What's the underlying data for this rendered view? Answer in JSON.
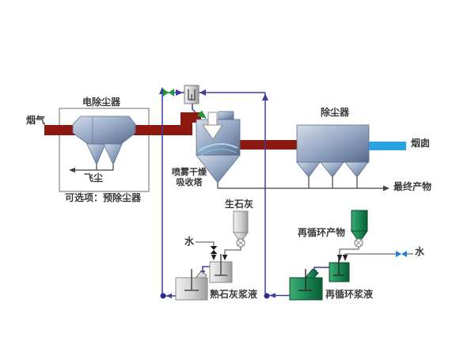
{
  "diagram": {
    "labels": {
      "flue_gas": "烟气",
      "esp": "电除尘器",
      "fly_ash": "飞尘",
      "optional_precollector": "可选项：预除尘器",
      "spray_absorber_line1": "喷雾干燥",
      "spray_absorber_line2": "吸收塔",
      "dust_collector": "除尘器",
      "stack": "烟囱",
      "final_product": "最终产物",
      "quicklime": "生石灰",
      "water_left": "水",
      "slaked_lime_slurry": "熟石灰浆液",
      "recycle_product": "再循环产物",
      "water_right": "水",
      "recycle_slurry": "再循环浆液"
    },
    "colors": {
      "flue_gas_duct": "#8c1810",
      "clean_gas_duct": "#2aa2e0",
      "slurry_line": "#3d3d9e",
      "green_accent": "#1f9838",
      "steel_vessel_mid": "#8ea2c0",
      "green_vessel_mid": "#1e8552",
      "gray_vessel_mid": "#c9c9c9",
      "water_valve_right": "#1e7fd2",
      "text": "#3a3a3a"
    },
    "icons": {
      "rotary_valve": "circle-x",
      "control_valve": "bowtie-triangles",
      "flow_arrow": "solid-triangle",
      "junction": "filled-dot"
    }
  }
}
